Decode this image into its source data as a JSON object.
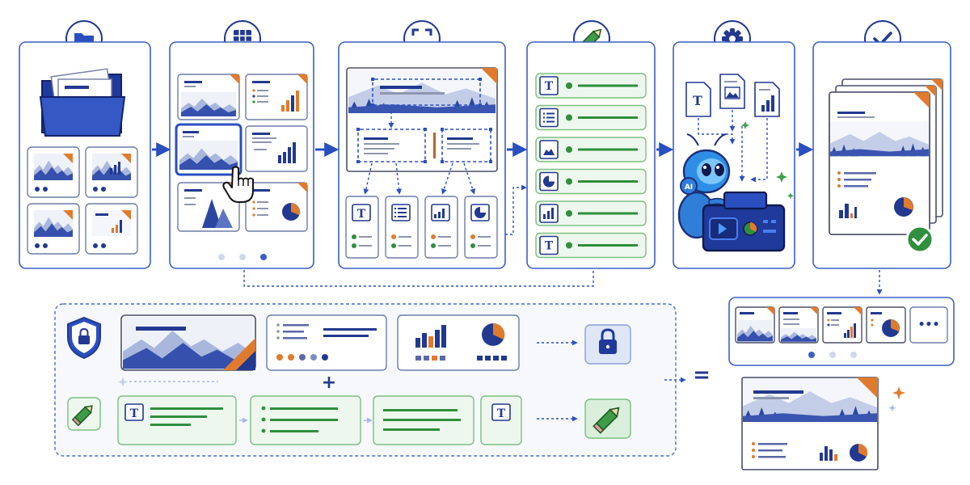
{
  "colors": {
    "navy": "#22398f",
    "blue": "#3b5fc4",
    "orange": "#e07b2e",
    "green": "#2f8f3c",
    "light_blue": "#cfd8ee",
    "mint": "#eef7ee",
    "gray": "#8e96ad"
  },
  "steps": [
    {
      "id": "collect",
      "icon": "folder-icon"
    },
    {
      "id": "select",
      "icon": "grid-icon"
    },
    {
      "id": "analyze",
      "icon": "focus-frame-icon"
    },
    {
      "id": "edit",
      "icon": "pencil-icon"
    },
    {
      "id": "generate",
      "icon": "gear-icon"
    },
    {
      "id": "verify",
      "icon": "check-icon"
    }
  ],
  "pager_dots": {
    "step2_active_index": 2,
    "output_active_index": 0
  },
  "robot": {
    "badge": "AI"
  },
  "bottom": {
    "plus": "+",
    "equals": "=",
    "more": "•••"
  },
  "text_glyph": "T"
}
